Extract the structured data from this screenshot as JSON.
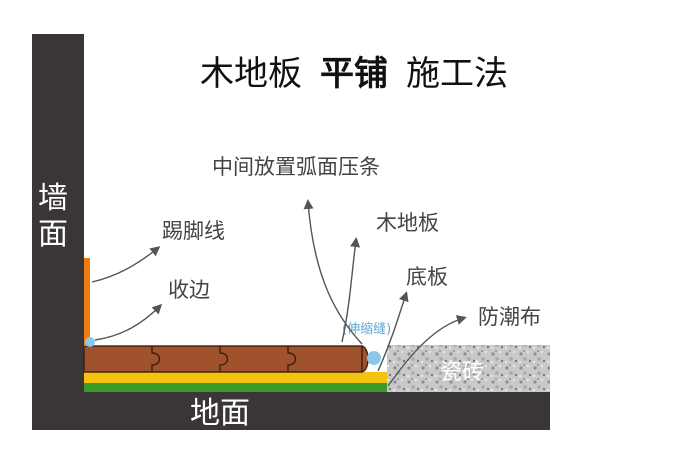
{
  "title": {
    "part1": "木地板",
    "part2": "平铺",
    "part3": "施工法"
  },
  "labels": {
    "wall": "墙面",
    "ground": "地面",
    "middle_strip": "中间放置弧面压条",
    "skirting": "踢脚线",
    "edge_trim": "收边",
    "wood_floor": "木地板",
    "base_board": "底板",
    "moisture_cloth": "防潮布",
    "expansion_gap": "(伸缩缝)",
    "tile": "瓷砖"
  },
  "colors": {
    "wall": "#3a3536",
    "wood": "#a0522d",
    "base_board": "#f4c30e",
    "moisture_cloth": "#3a9a2a",
    "skirting": "#f07b10",
    "gap_dot": "#8dc8ec",
    "tile": "#c8c8c8"
  }
}
